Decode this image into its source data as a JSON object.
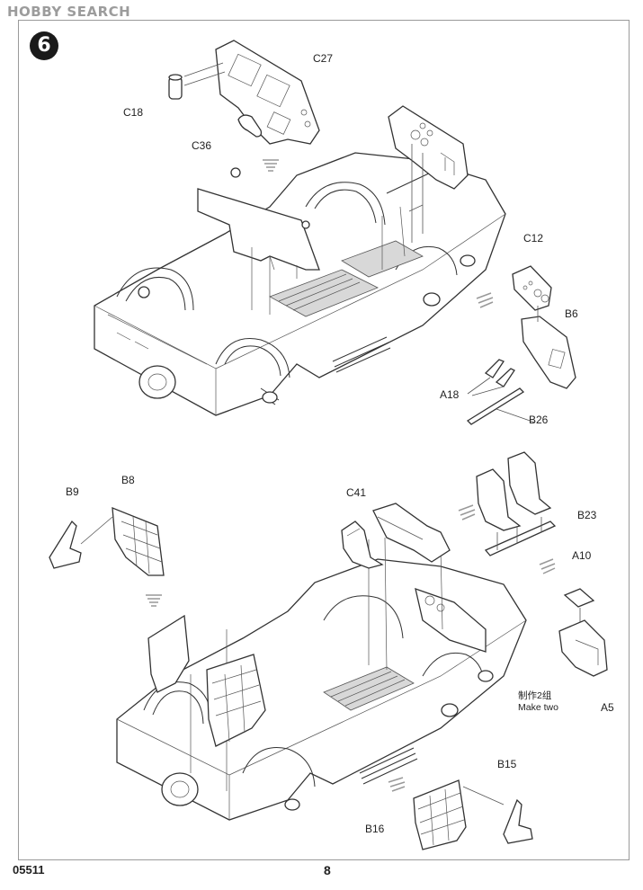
{
  "watermark": "HOBBY SEARCH",
  "step_number": "6",
  "footer": {
    "code": "05511",
    "page": "8"
  },
  "labels": {
    "c27": "C27",
    "c18": "C18",
    "c36": "C36",
    "c12": "C12",
    "b6": "B6",
    "a18": "A18",
    "b26": "B26",
    "b9": "B9",
    "b8": "B8",
    "c41": "C41",
    "b23": "B23",
    "a10": "A10",
    "a5": "A5",
    "b15": "B15",
    "b16": "B16"
  },
  "note": {
    "cn": "制作2组",
    "en": "Make two"
  }
}
